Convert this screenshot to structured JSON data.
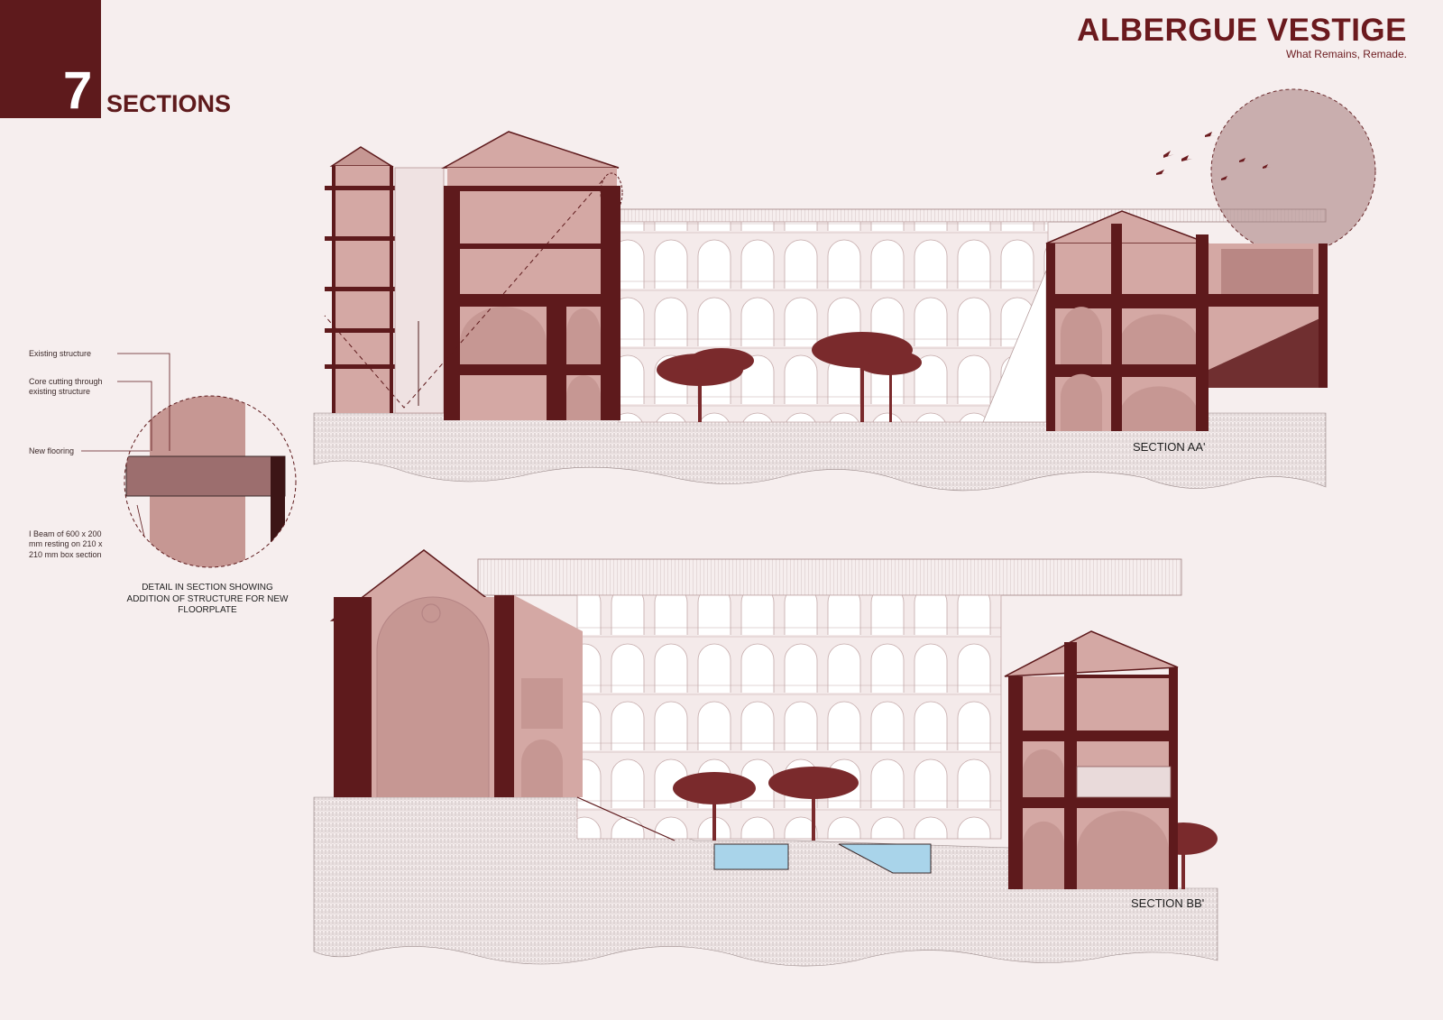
{
  "header": {
    "number": "7",
    "title": "SECTIONS"
  },
  "brand": {
    "title": "ALBERGUE VESTIGE",
    "tagline": "What Remains, Remade."
  },
  "detail": {
    "annotations": {
      "existing": "Existing structure",
      "core": "Core cutting through existing structure",
      "flooring": "New flooring",
      "beam": "I Beam of 600 x 200 mm resting on 210 x 210 mm box section"
    },
    "caption": "DETAIL IN SECTION SHOWING ADDITION OF STRUCTURE FOR NEW FLOORPLATE"
  },
  "sections": {
    "aa": "SECTION AA'",
    "bb": "SECTION BB'"
  },
  "colors": {
    "background": "#f6eeee",
    "accent": "#5e1a1c",
    "fill": "#c69793",
    "pool": "#a9d4ea",
    "sun": "#c9aeae"
  }
}
